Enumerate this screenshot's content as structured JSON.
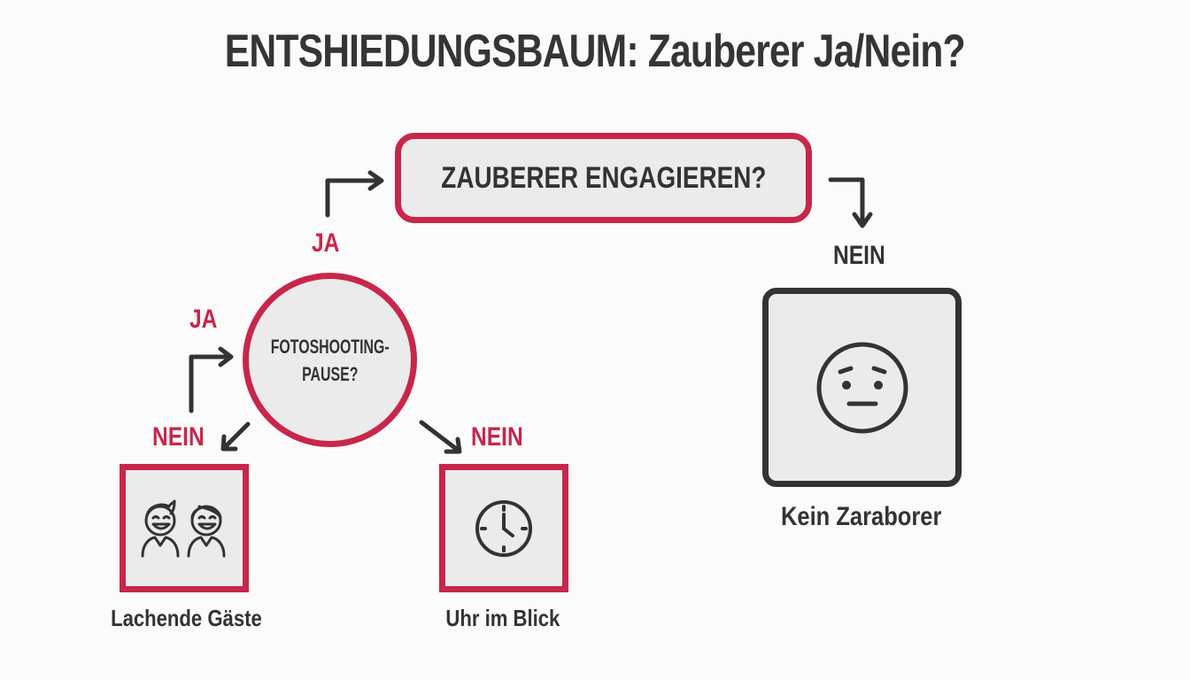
{
  "title": "ENTSHIEDUNGSBAUM: Zauberer Ja/Nein?",
  "nodes": {
    "root": {
      "label": "ZAUBERER ENGAGIEREN?",
      "shape": "rounded-rectangle",
      "border_color": "#c8264a"
    },
    "decision": {
      "label_line1": "FOTOSHOOTING-",
      "label_line2": "PAUSE?",
      "shape": "circle",
      "border_color": "#c8264a"
    },
    "outcome_guests": {
      "caption": "Lachende Gäste",
      "icon": "laughing-guests-icon",
      "border_color": "#c8264a"
    },
    "outcome_clock": {
      "caption": "Uhr im Blick",
      "icon": "clock-icon",
      "border_color": "#c8264a"
    },
    "outcome_no_magician": {
      "caption": "Kein Zaraborer",
      "icon": "worried-face-icon",
      "border_color": "#333333"
    }
  },
  "edges": {
    "root_ja": "JA",
    "root_nein": "NEIN",
    "decision_ja": "JA",
    "decision_nein_left": "NEIN",
    "decision_nein_right": "NEIN"
  },
  "colors": {
    "accent": "#c8264a",
    "text": "#333333",
    "box_fill": "#ebebeb",
    "background": "#fbfbfb"
  }
}
